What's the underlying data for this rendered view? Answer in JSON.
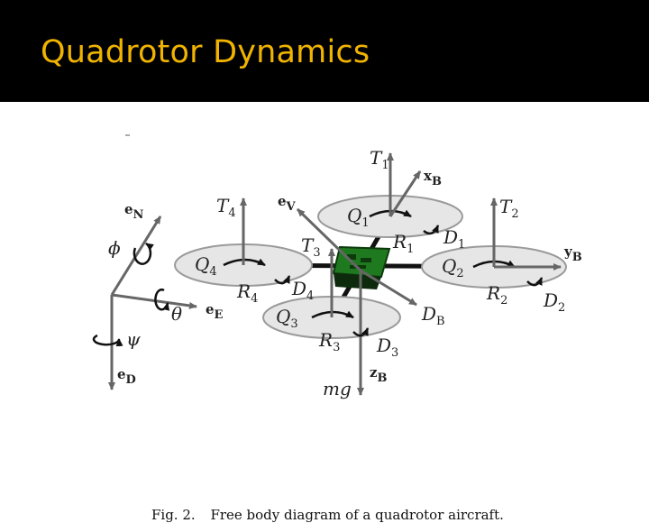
{
  "slide": {
    "title": "Quadrotor Dynamics"
  },
  "figure": {
    "caption_number": "Fig. 2.",
    "caption_text": "Free body diagram of a quadrotor aircraft.",
    "colors": {
      "body": "#1f7a1f",
      "body_dark": "#0d3a0d",
      "rotor_fill": "#e6e6e6",
      "rotor_stroke": "#9a9a9a",
      "arrow": "#666666",
      "text": "#222222"
    },
    "labels": {
      "T1": {
        "main": "T",
        "sub": "1"
      },
      "T2": {
        "main": "T",
        "sub": "2"
      },
      "T3": {
        "main": "T",
        "sub": "3"
      },
      "T4": {
        "main": "T",
        "sub": "4"
      },
      "Q1": {
        "main": "Q",
        "sub": "1"
      },
      "Q2": {
        "main": "Q",
        "sub": "2"
      },
      "Q3": {
        "main": "Q",
        "sub": "3"
      },
      "Q4": {
        "main": "Q",
        "sub": "4"
      },
      "R1": {
        "main": "R",
        "sub": "1"
      },
      "R2": {
        "main": "R",
        "sub": "2"
      },
      "R3": {
        "main": "R",
        "sub": "3"
      },
      "R4": {
        "main": "R",
        "sub": "4"
      },
      "D1": {
        "main": "D",
        "sub": "1"
      },
      "D2": {
        "main": "D",
        "sub": "2"
      },
      "D3": {
        "main": "D",
        "sub": "3"
      },
      "D4": {
        "main": "D",
        "sub": "4"
      },
      "DB": {
        "main": "D",
        "sub": "B"
      },
      "xB": {
        "main": "x",
        "sub": "B"
      },
      "yB": {
        "main": "y",
        "sub": "B"
      },
      "zB": {
        "main": "z",
        "sub": "B"
      },
      "eV": {
        "main": "e",
        "sub": "V"
      },
      "eN": {
        "main": "e",
        "sub": "N"
      },
      "eE": {
        "main": "e",
        "sub": "E"
      },
      "eD": {
        "main": "e",
        "sub": "D"
      },
      "mg": "mg",
      "phi": "ϕ",
      "theta": "θ",
      "psi": "ψ"
    }
  }
}
